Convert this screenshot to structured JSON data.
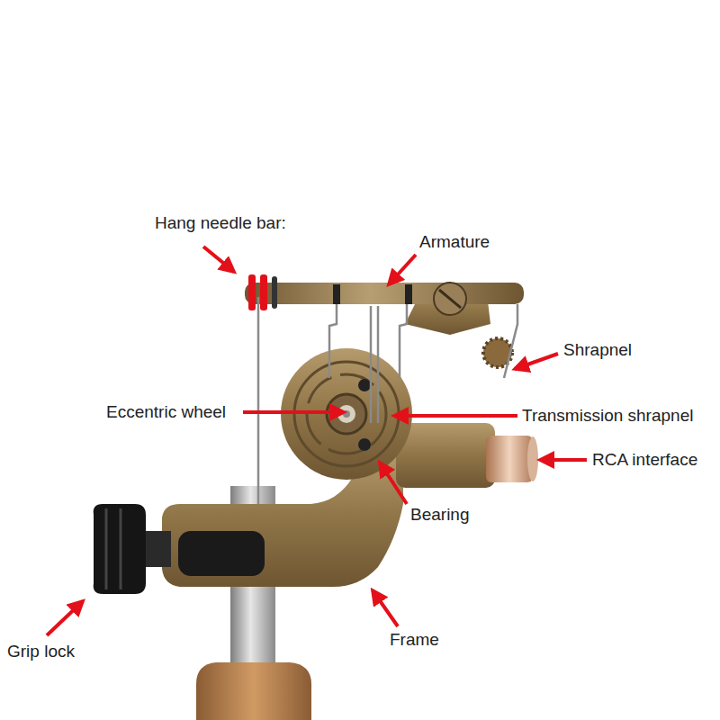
{
  "diagram": {
    "labels": [
      "Hang needle bar:",
      "Armature",
      "Shrapnel",
      "Eccentric wheel",
      "Transmission shrapnel",
      "RCA interface",
      "Bearing",
      "Grip lock",
      "Frame"
    ]
  }
}
